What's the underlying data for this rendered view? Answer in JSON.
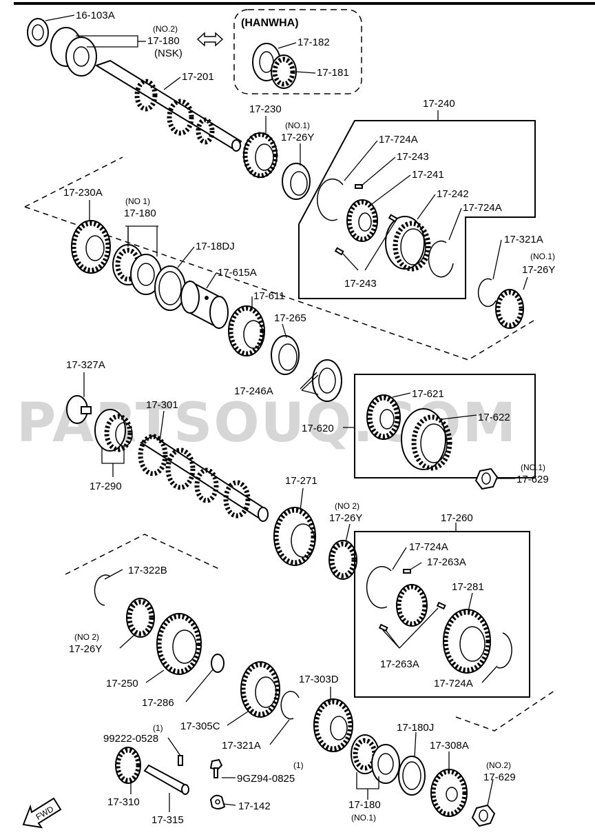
{
  "diagram": {
    "watermark": "PARTSOUQ.COM",
    "callouts": {
      "p16_103a": "16-103A",
      "no2_a": "(NO.2)",
      "p17_180_top": "17-180",
      "nsk": "(NSK)",
      "hanwha": "(HANWHA)",
      "p17_182": "17-182",
      "p17_181": "17-181",
      "p17_201": "17-201",
      "p17_230": "17-230",
      "no1_a": "(NO.1)",
      "p17_26y_a": "17-26Y",
      "p17_240": "17-240",
      "p17_724a_a": "17-724A",
      "p17_243_a": "17-243",
      "p17_241": "17-241",
      "p17_242": "17-242",
      "p17_724a_b": "17-724A",
      "p17_230a": "17-230A",
      "no1_b": "(NO 1)",
      "p17_180_mid": "17-180",
      "p17_18dj": "17-18DJ",
      "p17_615a": "17-615A",
      "p17_321a_a": "17-321A",
      "no1_c": "(NO.1)",
      "p17_26y_b": "17-26Y",
      "p17_243_b": "17-243",
      "p17_611": "17-611",
      "p17_265": "17-265",
      "p17_327a": "17-327A",
      "p17_246a": "17-246A",
      "p17_301": "17-301",
      "p17_621": "17-621",
      "p17_622": "17-622",
      "p17_620": "17-620",
      "p17_290": "17-290",
      "no1_d": "(NO.1)",
      "p17_629_a": "17-629",
      "p17_271": "17-271",
      "no2_b": "(NO 2)",
      "p17_26y_c": "17-26Y",
      "p17_260": "17-260",
      "p17_724a_c": "17-724A",
      "p17_263a_a": "17-263A",
      "p17_322b": "17-322B",
      "p17_281": "17-281",
      "no2_c": "(NO 2)",
      "p17_26y_d": "17-26Y",
      "p17_263a_b": "17-263A",
      "p17_250": "17-250",
      "p17_724a_d": "17-724A",
      "p17_286": "17-286",
      "p17_303d": "17-303D",
      "p17_305c": "17-305C",
      "qty1_a": "(1)",
      "p99222": "99222-0528",
      "p17_321a_b": "17-321A",
      "p17_180j": "17-180J",
      "p17_308a": "17-308A",
      "qty1_b": "(1)",
      "p9gz94": "9GZ94-0825",
      "no2_d": "(NO.2)",
      "p17_629_b": "17-629",
      "p17_310": "17-310",
      "p17_142": "17-142",
      "p17_180_bot": "17-180",
      "no1_e": "(NO.1)",
      "p17_315": "17-315",
      "fwd": "FWD"
    }
  }
}
